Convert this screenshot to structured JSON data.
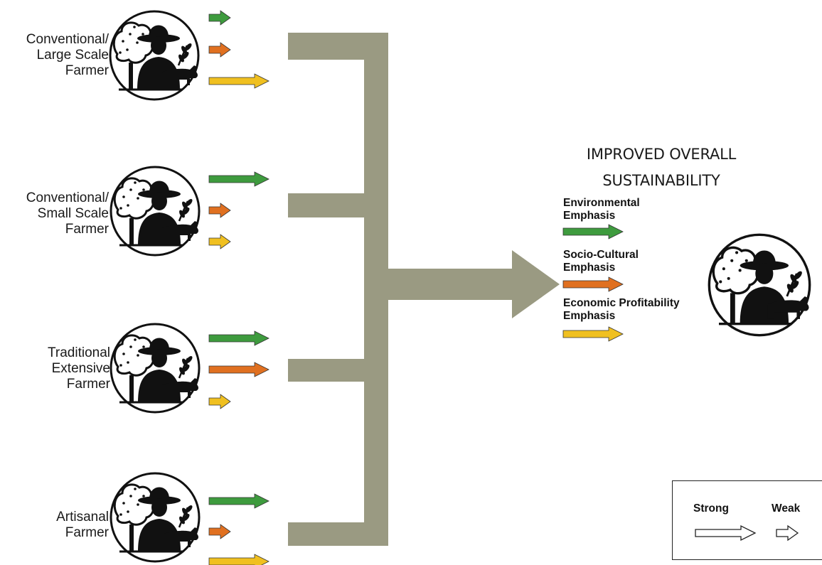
{
  "farmers": [
    {
      "id": "large",
      "lines": [
        "Conventional/",
        "Large Scale",
        "Farmer"
      ],
      "arrows": {
        "environmental": "weak",
        "socio_cultural": "weak",
        "economic": "strong"
      }
    },
    {
      "id": "small",
      "lines": [
        "Conventional/",
        "Small Scale",
        "Farmer"
      ],
      "arrows": {
        "environmental": "strong",
        "socio_cultural": "weak",
        "economic": "weak"
      }
    },
    {
      "id": "traditional",
      "lines": [
        "Traditional",
        "Extensive",
        "Farmer"
      ],
      "arrows": {
        "environmental": "strong",
        "socio_cultural": "strong",
        "economic": "weak"
      }
    },
    {
      "id": "artisanal",
      "lines": [
        "Artisanal",
        "Farmer"
      ],
      "arrows": {
        "environmental": "strong",
        "socio_cultural": "weak",
        "economic": "strong"
      }
    }
  ],
  "outcome": {
    "title_line1": "IMPROVED OVERALL",
    "title_line2": "SUSTAINABILITY",
    "emphases": [
      {
        "id": "environmental",
        "lines": [
          "Environmental",
          "Emphasis"
        ],
        "color": "#3e9b3e"
      },
      {
        "id": "socio_cultural",
        "lines": [
          "Socio-Cultural",
          "Emphasis"
        ],
        "color": "#e07020"
      },
      {
        "id": "economic",
        "lines": [
          "Economic Profitability",
          "Emphasis"
        ],
        "color": "#f0c020"
      }
    ]
  },
  "legend": {
    "strong": "Strong",
    "weak": "Weak"
  },
  "colors": {
    "connector": "#9a9a82",
    "environmental": "#3e9b3e",
    "socio_cultural": "#e07020",
    "economic": "#f0c020"
  },
  "icons": [
    "farmer-icon",
    "tree-icon",
    "wheat-icon",
    "cow-icon"
  ]
}
